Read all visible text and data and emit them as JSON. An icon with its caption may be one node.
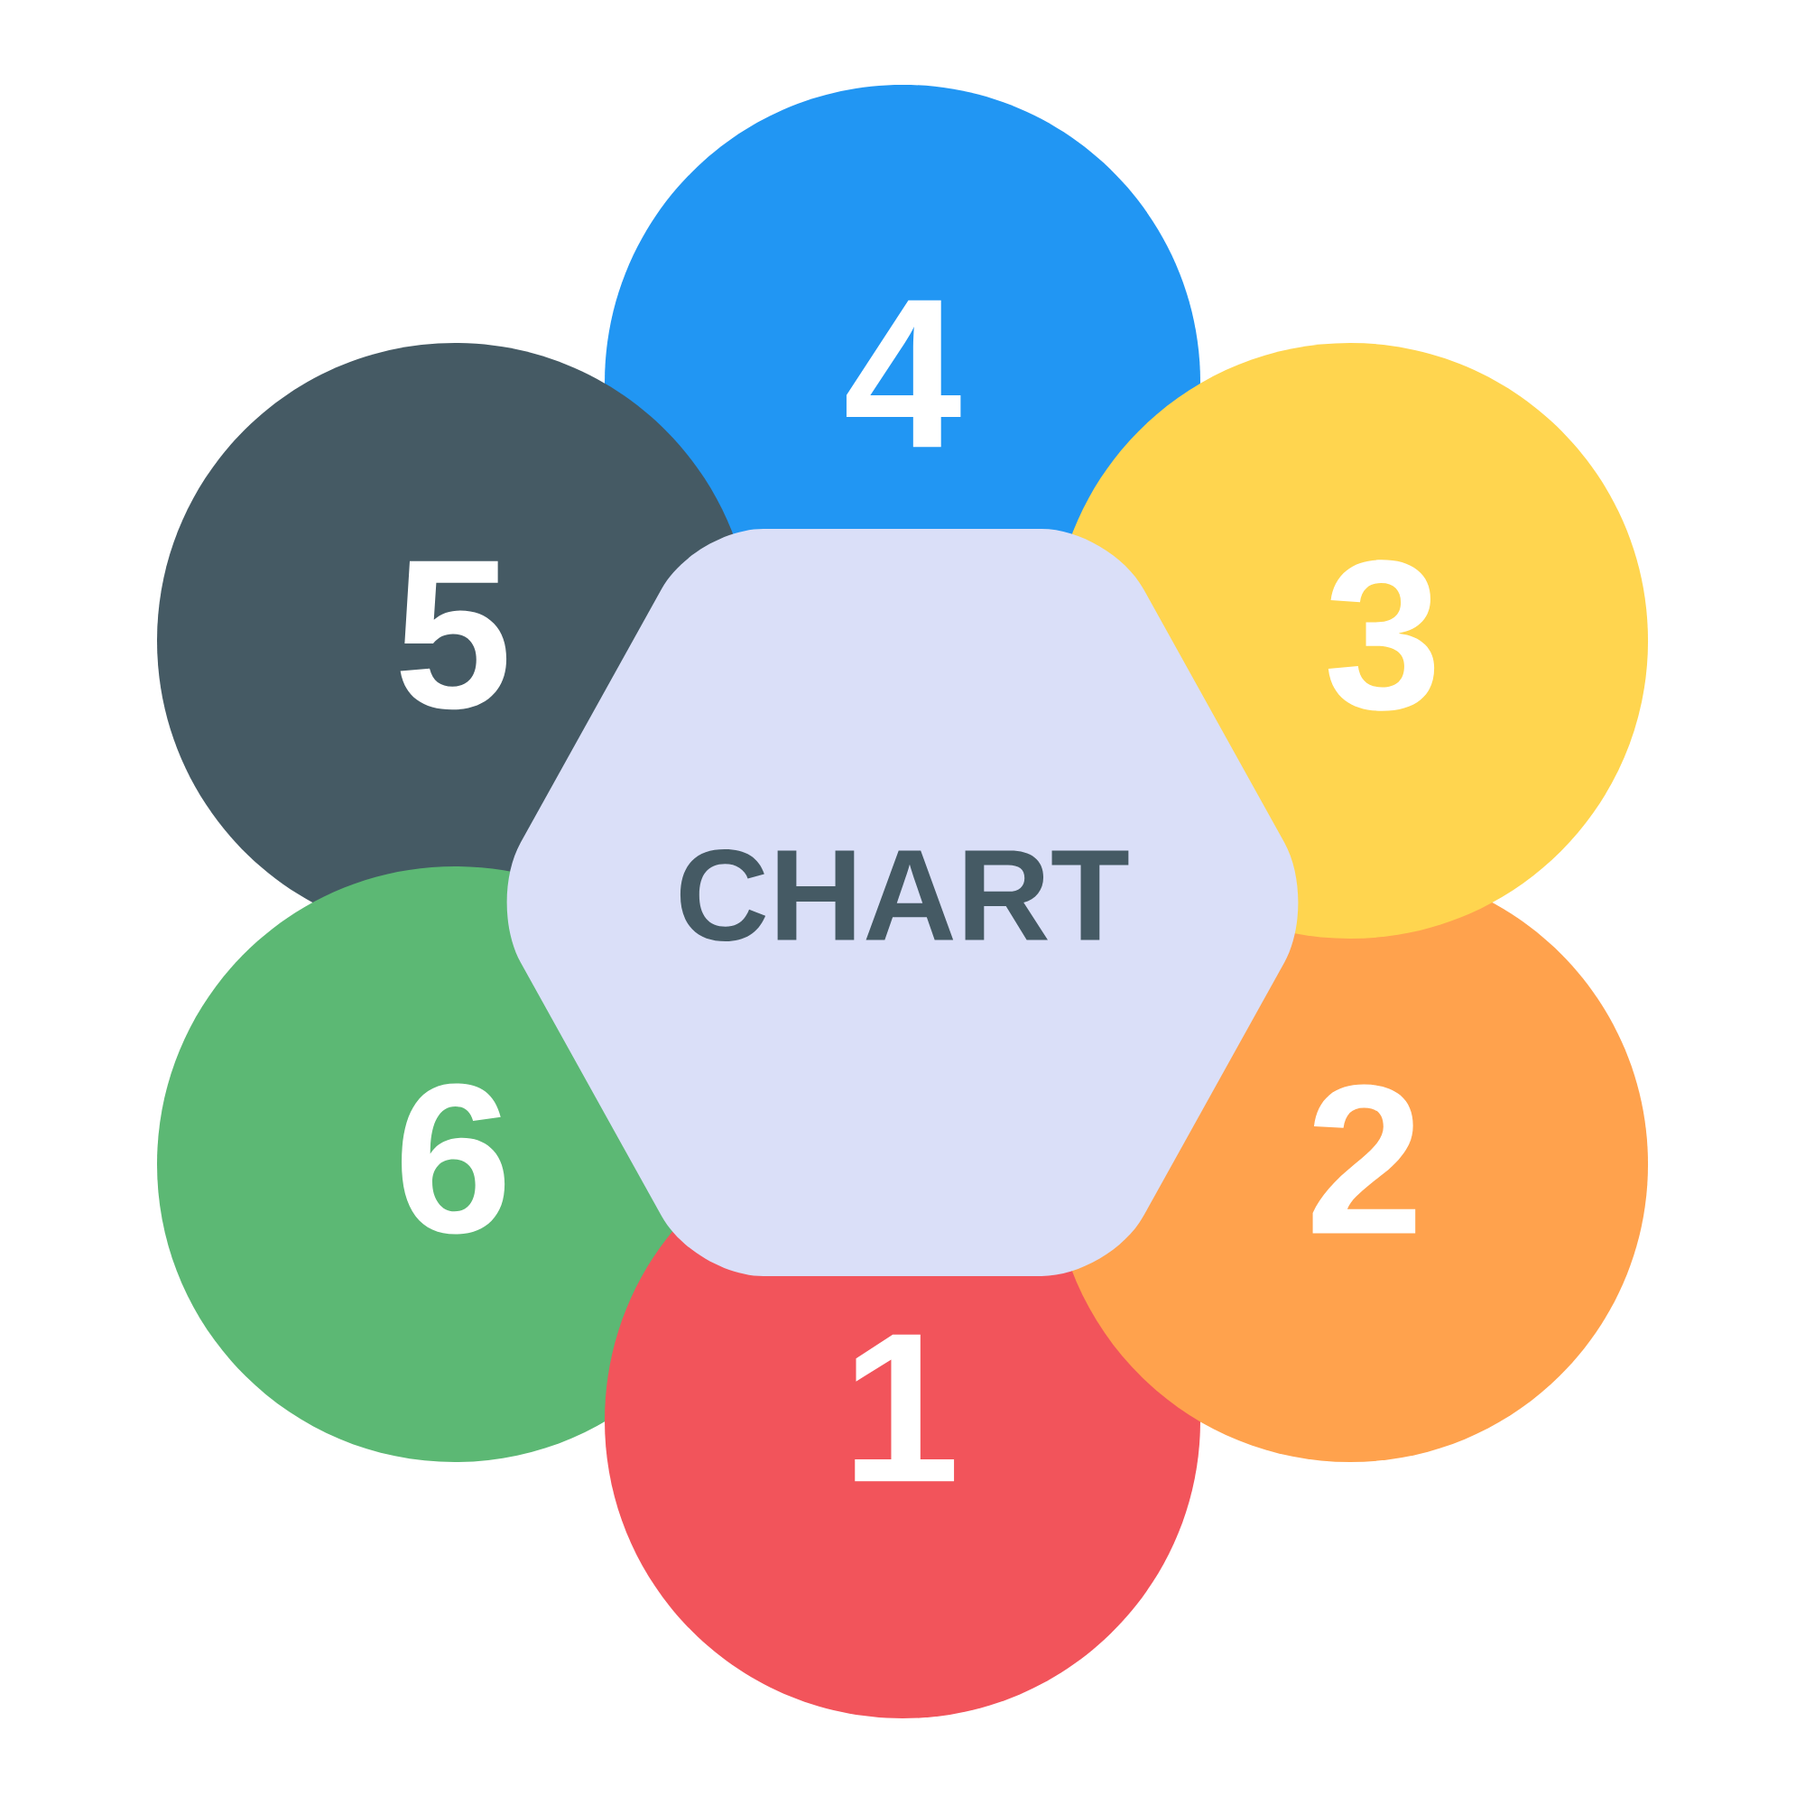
{
  "diagram": {
    "nodes": [
      {
        "text": [
          "4"
        ]
      },
      {
        "text": [
          "5"
        ]
      },
      {
        "text": [
          "3"
        ]
      },
      {
        "text": [
          "CHART"
        ]
      },
      {
        "text": [
          "6"
        ]
      },
      {
        "text": [
          "2"
        ]
      },
      {
        "text": [
          "1"
        ]
      }
    ]
  }
}
